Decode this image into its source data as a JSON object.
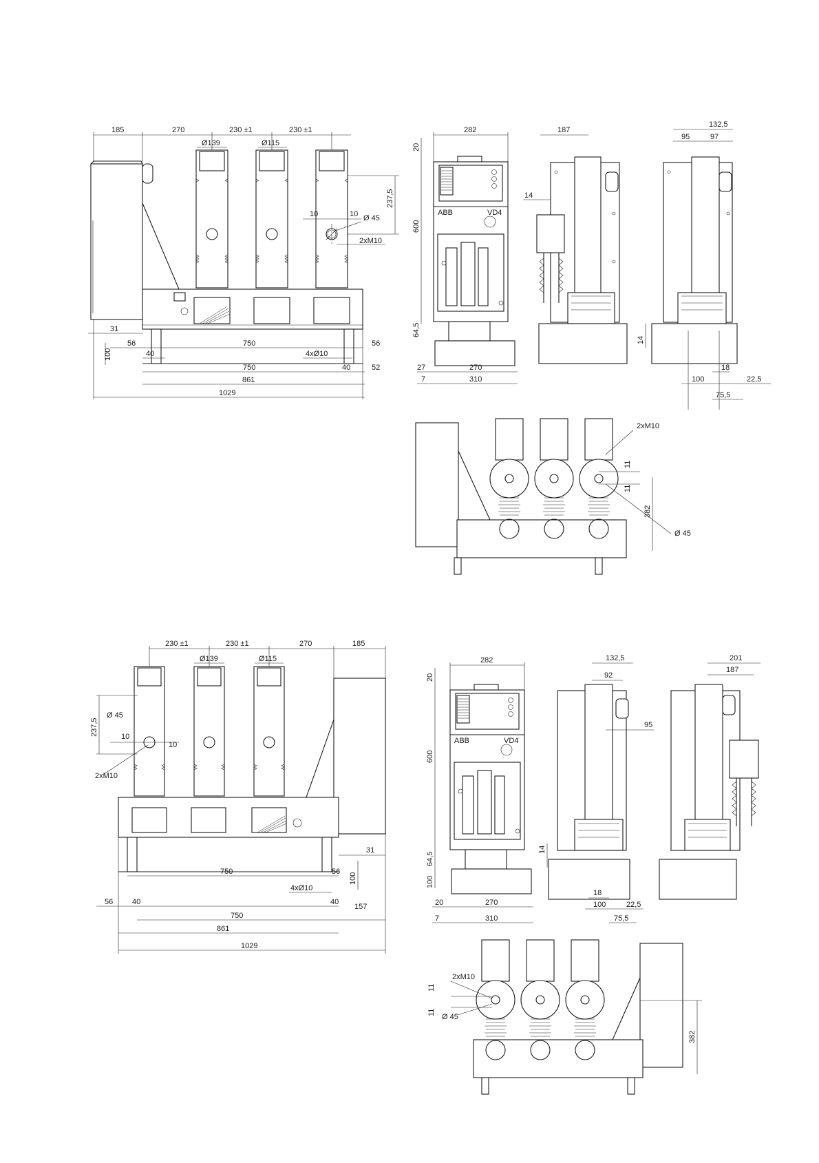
{
  "colors": {
    "line": "#1a1a1a",
    "background": "#ffffff"
  },
  "brand_mark": "ABB",
  "model_mark": "VD4",
  "dims": {
    "d185": "185",
    "d270": "270",
    "d230": "230 ±1",
    "dia139": "Ø139",
    "dia115": "Ø115",
    "d237_5": "237,5",
    "d10": "10",
    "dia45": "Ø 45",
    "m10": "2xM10",
    "d600": "600",
    "d64_5": "64,5",
    "d31": "31",
    "d56": "56",
    "d750": "750",
    "d100": "100",
    "d40": "40",
    "d4x10": "4xØ10",
    "d52": "52",
    "d861": "861",
    "d1029": "1029",
    "d20": "20",
    "d282": "282",
    "d27": "27",
    "d7": "7",
    "d310": "310",
    "d187": "187",
    "d14": "14",
    "d132_5": "132,5",
    "d95": "95",
    "d97": "97",
    "d18": "18",
    "d22_5": "22,5",
    "d75_5": "75,5",
    "d11": "11",
    "d382": "382",
    "d157": "157",
    "d92": "92",
    "d201": "201"
  }
}
